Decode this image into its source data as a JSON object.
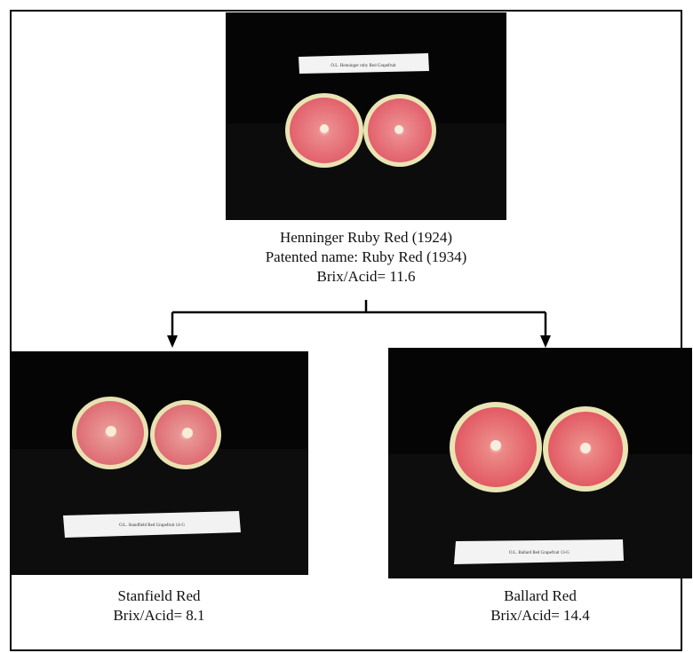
{
  "top": {
    "label_card": "O.L. Henninger ruby Red Grapefruit",
    "caption_line1": "Henninger Ruby Red (1924)",
    "caption_line2": "Patented name: Ruby Red (1934)",
    "caption_line3": "Brix/Acid= 11.6"
  },
  "left": {
    "label_card": "O.L. Standfield Red Grapefruit 14-G",
    "caption_line1": "Stanfield Red",
    "caption_line2": "Brix/Acid= 8.1"
  },
  "right": {
    "label_card": "O.L. Ballard Red Grapefruit 13-G",
    "caption_line1": "Ballard Red",
    "caption_line2": "Brix/Acid= 14.4"
  },
  "colors": {
    "background": "#ffffff",
    "photo_bg": "#050505",
    "flesh": "#e8707a",
    "rind": "#e9e4b4",
    "arrow": "#000000"
  }
}
